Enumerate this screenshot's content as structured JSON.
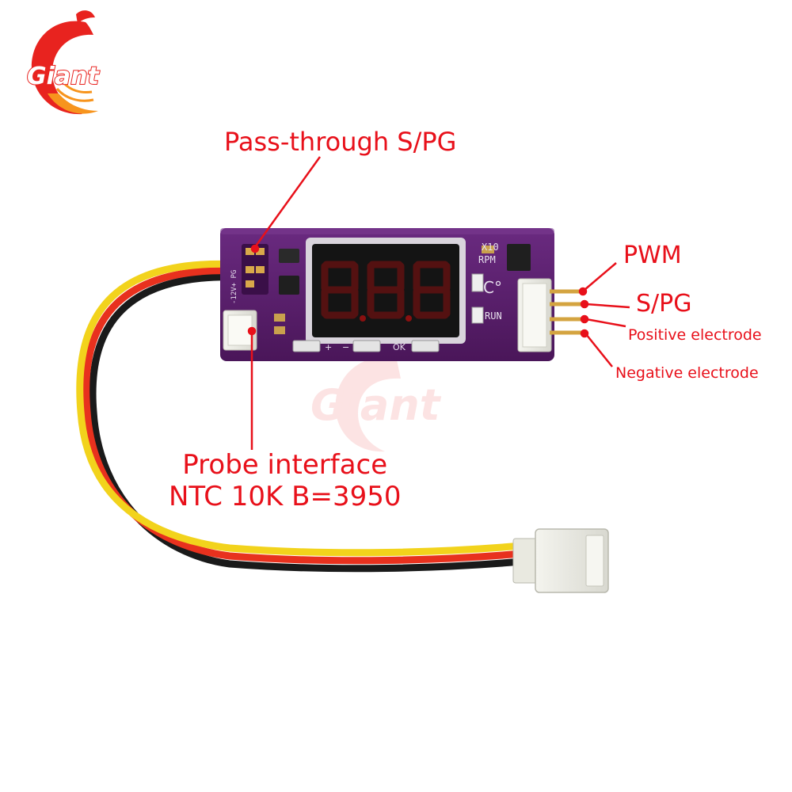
{
  "brand": {
    "name": "Giant",
    "primary": "#e8231f",
    "accent": "#f7941d"
  },
  "callouts": {
    "pass_through": "Pass-through S/PG",
    "pwm": "PWM",
    "spg": "S/PG",
    "positive": "Positive electrode",
    "negative": "Negative electrode",
    "probe_line1": "Probe interface",
    "probe_line2": "NTC 10K B=3950"
  },
  "board": {
    "color": "#5b1f6e",
    "display_color": "#e01010",
    "silkscreen": {
      "pins": "-12V+ PG",
      "multiplier": "X10",
      "rpm": "RPM",
      "celsius": "C°",
      "run": "RUN",
      "plus": "+",
      "minus": "−",
      "ok": "OK"
    }
  },
  "wires": [
    "#f2d31c",
    "#e8311e",
    "#1a1a1a"
  ],
  "label_color": "#e8101a"
}
